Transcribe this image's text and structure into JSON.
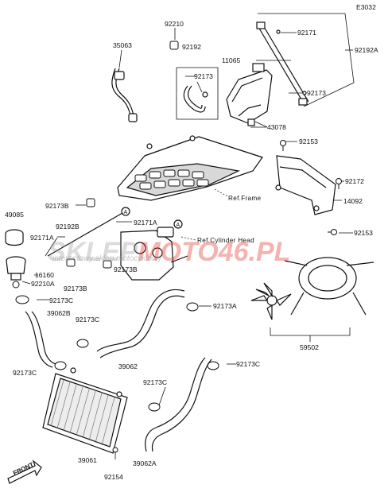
{
  "diagram": {
    "code": "E3032",
    "brand": {
      "red": "#e0281e",
      "gray": "#9a9a9a"
    },
    "parts": {
      "p35063": "35063",
      "p92210": "92210",
      "p92192": "92192",
      "p92173_left": "92173",
      "p92171": "92171",
      "p92192A": "92192A",
      "p11065": "11065",
      "p92173_right": "92173",
      "p43078": "43078",
      "p92153_top": "92153",
      "p92172": "92172",
      "p14092": "14092",
      "p92173B_top": "92173B",
      "p92192B": "92192B",
      "p92171A_center": "92171A",
      "p49085": "49085",
      "p92171A_left": "92171A",
      "p16160": "16160",
      "p92210A": "92210A",
      "p92173B_mid": "92173B",
      "p92173B_low": "92173B",
      "p92153_right": "92153",
      "p92173C_1": "92173C",
      "p39062B": "39062B",
      "p92173C_2": "92173C",
      "p92173A": "92173A",
      "p59502": "59502",
      "p39062": "39062",
      "p92173C_3": "92173C",
      "p92173C_4": "92173C",
      "p92173C_5": "92173C",
      "p39061": "39061",
      "p39062A": "39062A",
      "p92154": "92154"
    },
    "refs": {
      "frame": "Ref.Frame",
      "cylinder_head": "Ref.Cylinder Head",
      "marker_a": "A"
    },
    "watermark": {
      "part1": "SKLEP",
      "part2": "MOTO",
      "part3": "46.PL",
      "tagline": "internetowy sklep motocyklowy"
    },
    "front_label": "FRONT"
  }
}
